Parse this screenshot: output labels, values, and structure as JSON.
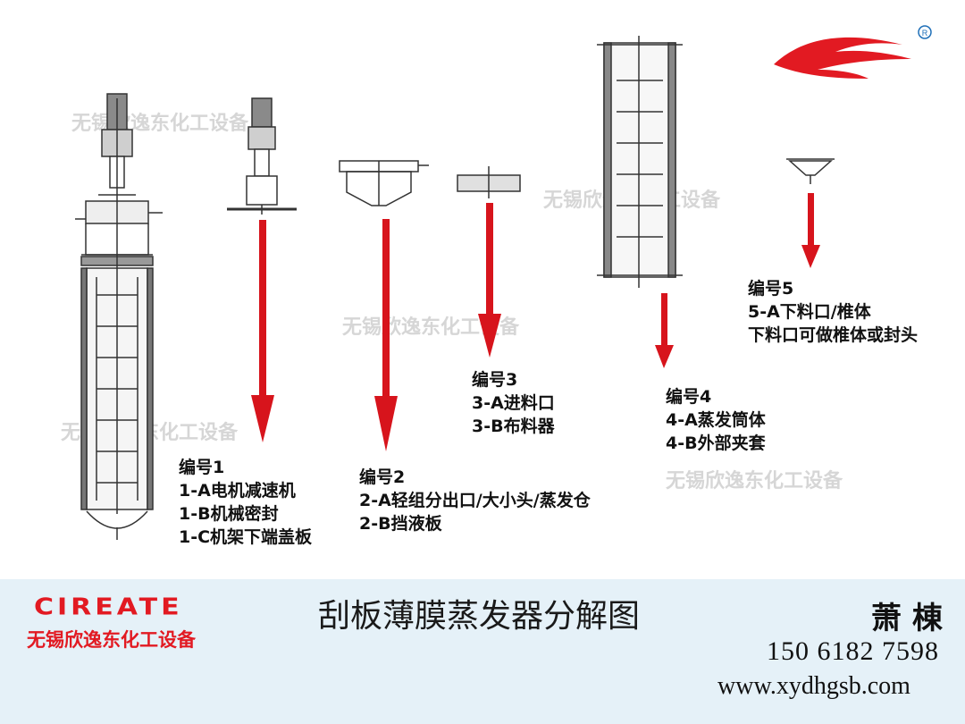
{
  "watermark": "无锡欣逸东化工设备",
  "parts": [
    {
      "lines": [
        "编号1",
        "1-A电机减速机",
        "1-B机械密封",
        "1-C机架下端盖板"
      ]
    },
    {
      "lines": [
        "编号2",
        "2-A轻组分出口/大小头/蒸发仓",
        "2-B挡液板"
      ]
    },
    {
      "lines": [
        "编号3",
        "3-A进料口",
        "3-B布料器"
      ]
    },
    {
      "lines": [
        "编号4",
        "4-A蒸发筒体",
        "4-B外部夹套"
      ]
    },
    {
      "lines": [
        "编号5",
        "5-A下料口/椎体",
        "下料口可做椎体或封头"
      ]
    }
  ],
  "footer": {
    "brand_en": "CIREATE",
    "brand_cn": "无锡欣逸东化工设备",
    "title": "刮板薄膜蒸发器分解图",
    "signature": "萧 棟",
    "phone": "150  6182  7598",
    "website": "www.xydhgsb.com"
  },
  "logo_mark": "R",
  "colors": {
    "arrow": "#d7141c",
    "brand": "#e21a22",
    "footer_bg": "#e5f1f8"
  }
}
